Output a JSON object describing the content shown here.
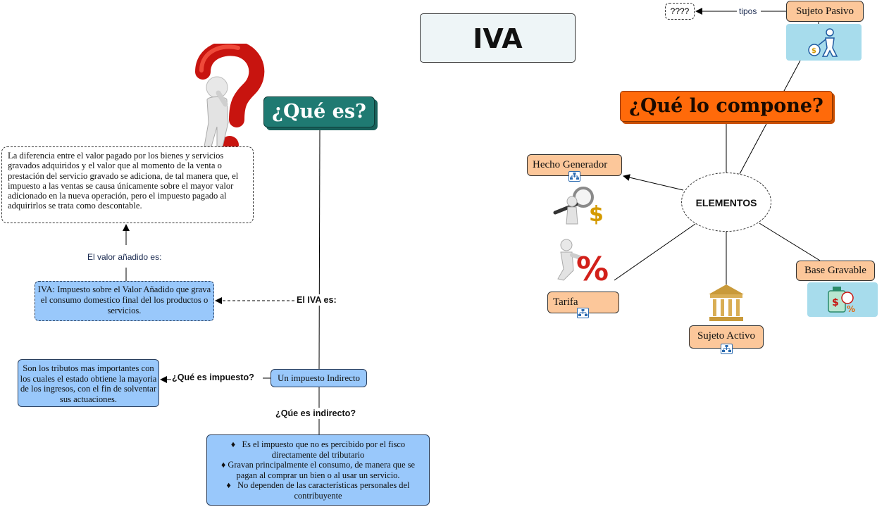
{
  "title": "IVA",
  "left": {
    "que_es": "¿Qué es?",
    "definition": "La diferencia entre el valor pagado por los bienes y servicios gravados adquiridos y el valor que al momento de la venta o prestación del servicio gravado se adiciona, de tal manera que, el impuesto a las ventas se causa únicamente sobre el mayor valor adicionado en la nueva operación, pero el impuesto pagado al adquirirlos se trata como descontable.",
    "valor_label": "El valor añadido es:",
    "iva_def": "IVA: Impuesto sobre el Valor Añadido que grava el consumo domestico final del los productos o servicios.",
    "iva_es_label": "El IVA es:",
    "impuesto_indirecto": "Un impuesto Indirecto",
    "que_es_impuesto_label": "¿Qué es impuesto?",
    "tributos": "Son los tributos mas importantes con los cuales el estado obtiene la mayoria de los ingresos, con el fin de solventar sus actuaciones.",
    "que_es_indirecto_label": "¿Qúe es indirecto?",
    "bullets": [
      "Es el impuesto que no es percibido por el fisco directamente del tributario",
      "Gravan principalmente el consumo, de manera que se pagan al comprar un bien o al usar un servicio.",
      "No dependen de las características personales del contribuyente"
    ]
  },
  "right": {
    "que_compone": "¿Qué lo compone?",
    "elementos": "ELEMENTOS",
    "hecho_generador": "Hecho Generador",
    "tarifa": "Tarifa",
    "sujeto_activo": "Sujeto Activo",
    "base_gravable": "Base Gravable",
    "sujeto_pasivo": "Sujeto Pasivo",
    "tipos_label": "tipos",
    "unknown": "????"
  },
  "icons": {
    "bullet": "♦",
    "question": "question-figure-icon",
    "magnifier": "magnifier-dollar-icon",
    "percent": "percent-figure-icon",
    "building": "bank-building-icon",
    "tag": "price-tag-icon",
    "pasivo": "person-money-icon",
    "submap": "submap-icon"
  },
  "colors": {
    "teal": "#1f7a72",
    "orange": "#ff6a0a",
    "blue": "#99c8fb",
    "peach": "#fcc79a"
  }
}
